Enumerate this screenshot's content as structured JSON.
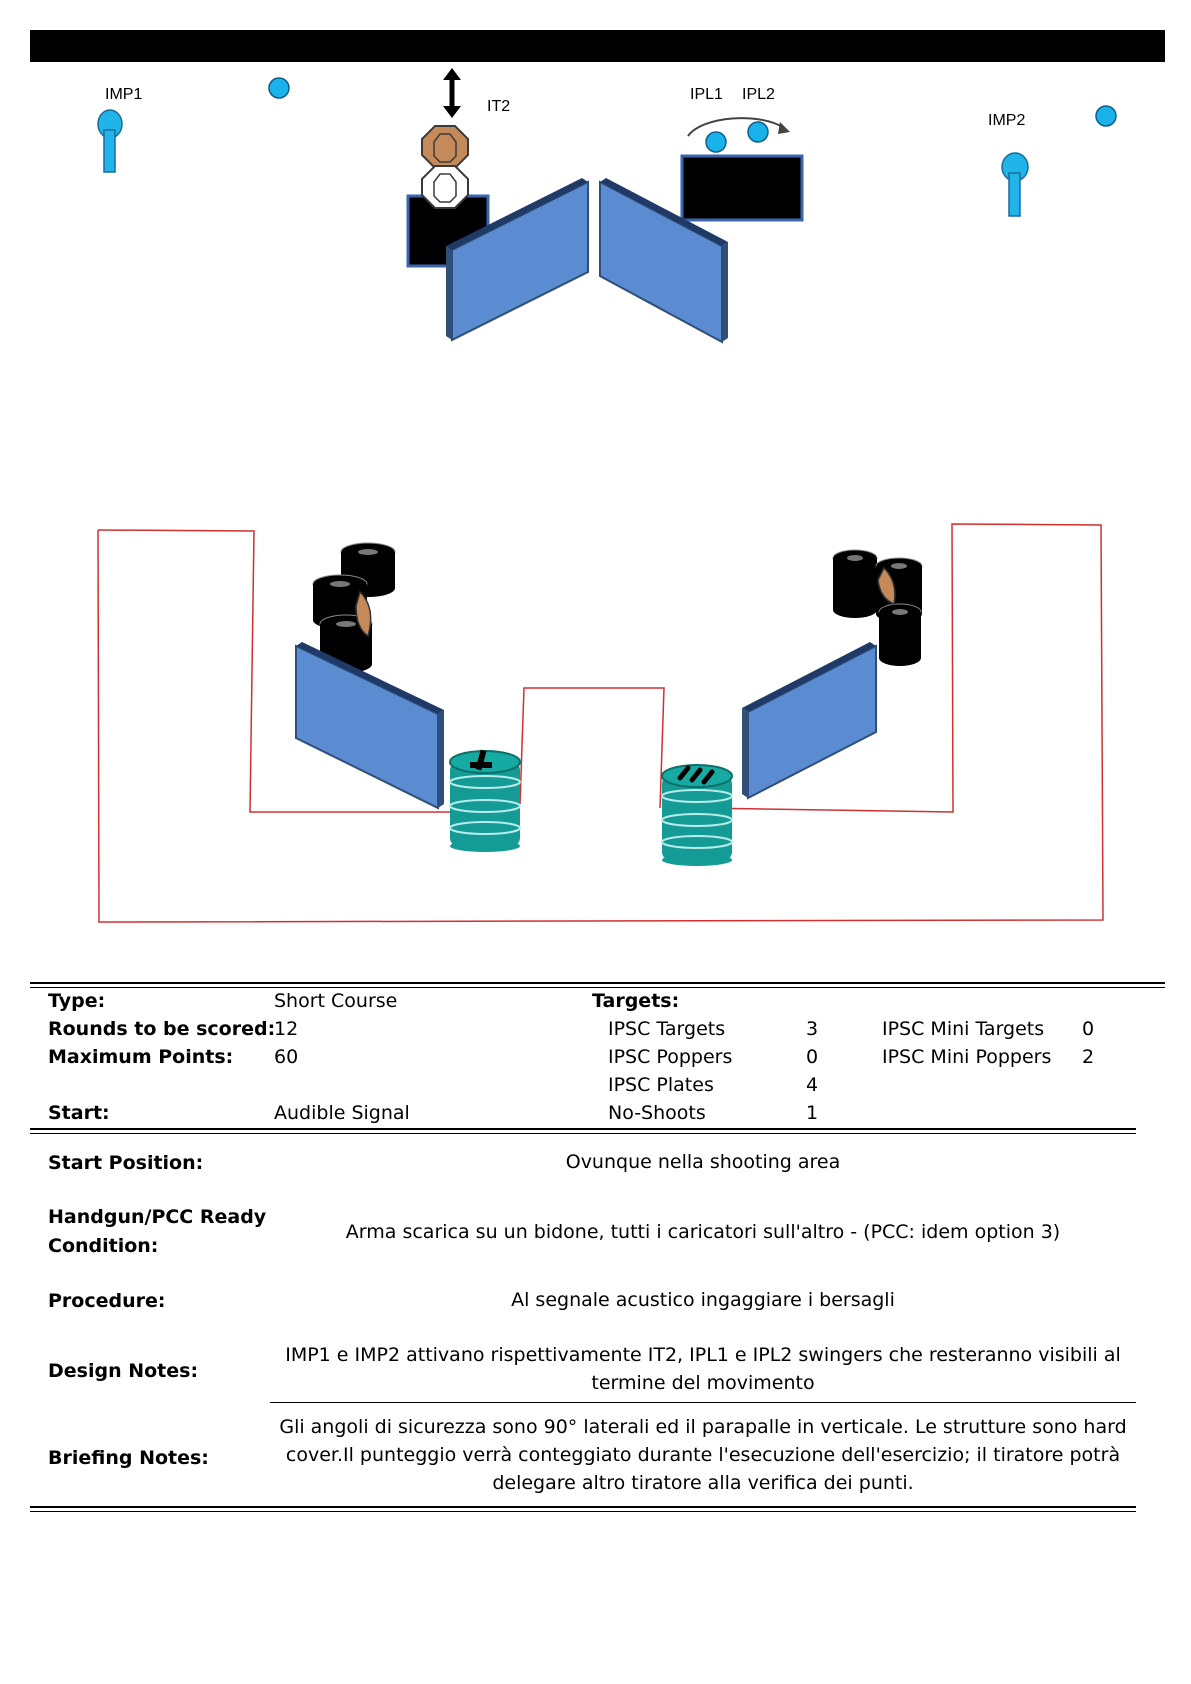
{
  "diagram": {
    "labels": {
      "imp1": "IMP1",
      "it2": "IT2",
      "ipl1": "IPL1",
      "ipl2": "IPL2",
      "imp2": "IMP2"
    }
  },
  "stage_info": {
    "type_label": "Type:",
    "type_value": "Short Course",
    "rounds_label": "Rounds to be scored:",
    "rounds_value": "12",
    "max_points_label": "Maximum Points:",
    "max_points_value": "60",
    "start_label": "Start:",
    "start_value": "Audible Signal",
    "targets_label": "Targets:",
    "targets": [
      {
        "name": "IPSC Targets",
        "count": "3"
      },
      {
        "name": "IPSC Poppers",
        "count": "0"
      },
      {
        "name": "IPSC Plates",
        "count": "4"
      },
      {
        "name": "No-Shoots",
        "count": "1"
      }
    ],
    "mini_targets": [
      {
        "name": "IPSC Mini Targets",
        "count": "0"
      },
      {
        "name": "IPSC Mini Poppers",
        "count": "2"
      }
    ]
  },
  "details": {
    "start_position_label": "Start Position:",
    "start_position_value": "Ovunque nella shooting area",
    "ready_label_1": "Handgun/PCC Ready",
    "ready_label_2": "Condition:",
    "ready_value": "Arma scarica su un bidone, tutti i caricatori sull'altro - (PCC: idem option 3)",
    "procedure_label": "Procedure:",
    "procedure_value": "Al segnale acustico ingaggiare i bersagli",
    "design_label": "Design Notes:",
    "design_value_1": "IMP1 e IMP2 attivano rispettivamente IT2, IPL1 e IPL2 swingers che resteranno visibili al",
    "design_value_2": "termine del movimento",
    "briefing_label": "Briefing Notes:",
    "briefing_value_1": "Gli angoli di sicurezza sono 90° laterali ed il parapalle in verticale. Le strutture sono hard",
    "briefing_value_2": "cover.Il punteggio verrà conteggiato durante l'esecuzione dell'esercizio; il tiratore potrà",
    "briefing_value_3": "delegare altro tiratore alla verifica  dei punti."
  },
  "colors": {
    "header_bar": "#000000",
    "wall_face": "#5b8bd0",
    "wall_edge": "#2f4f7a",
    "plate": "#1ab2ea",
    "popper": "#20b4e8",
    "target_tan": "#c48a5a",
    "barrel": "#159b95",
    "fault_line": "#d03030"
  }
}
